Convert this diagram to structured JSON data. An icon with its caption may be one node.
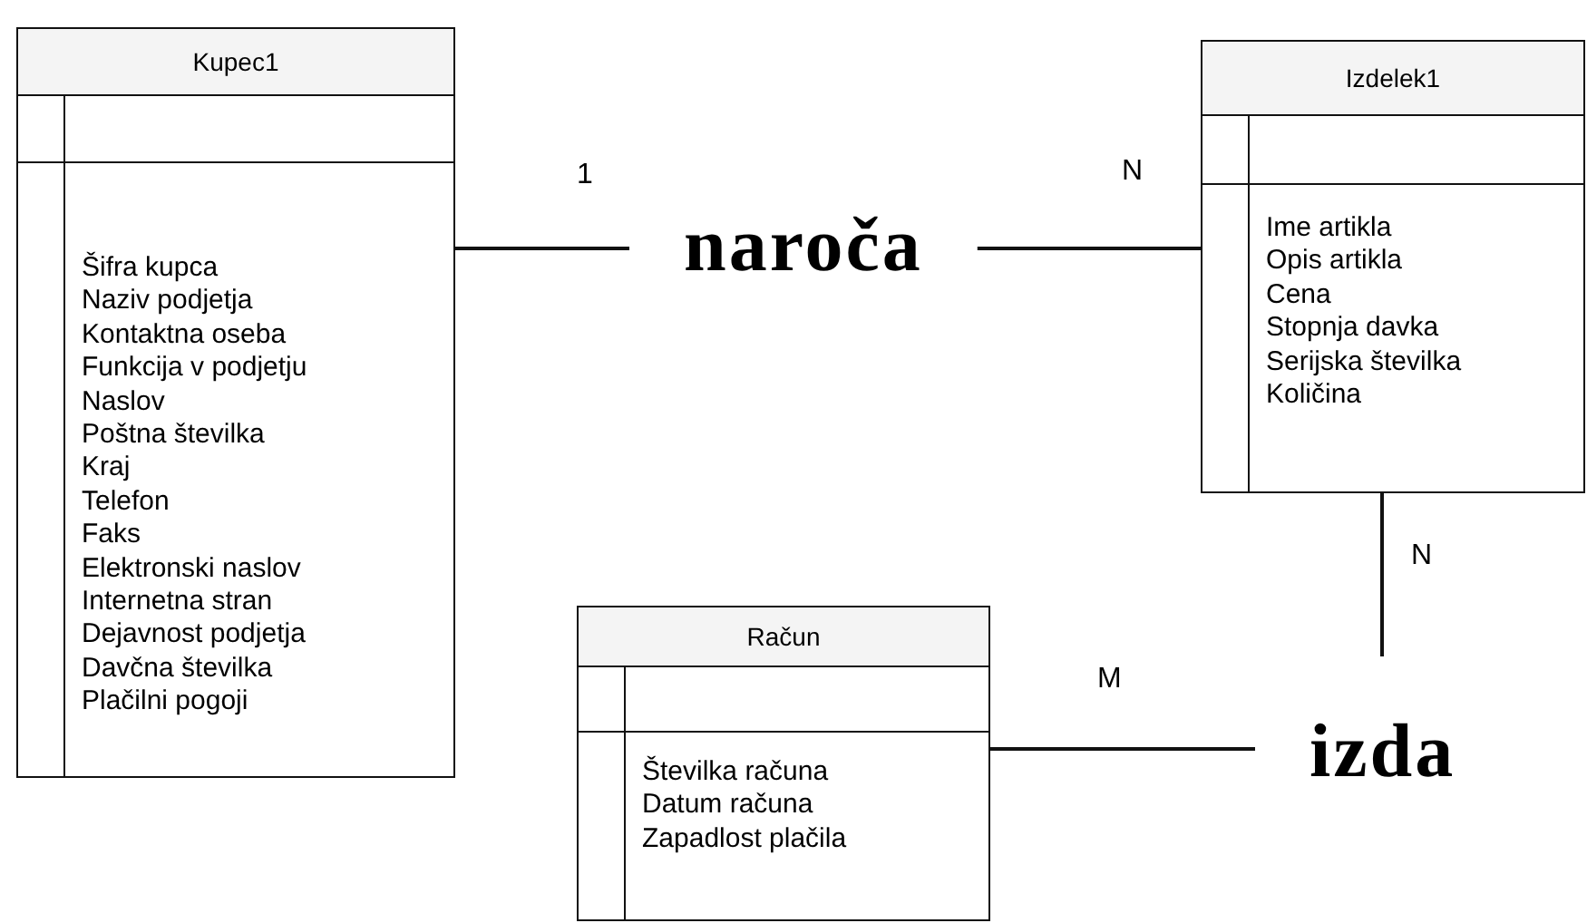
{
  "diagram": {
    "nodes": [
      {
        "text": [
          "Kupec1",
          "Šifra kupca",
          "Naziv podjetja",
          "Kontaktna oseba",
          "Funkcija v podjetju",
          "Naslov",
          "Poštna številka",
          "Kraj",
          "Telefon",
          "Faks",
          "Elektronski naslov",
          "Internetna stran",
          "Dejavnost podjetja",
          "Davčna številka",
          "Plačilni pogoji"
        ]
      },
      {
        "text": [
          "naroča"
        ]
      },
      {
        "text": [
          "Izdelek1",
          "Ime artikla",
          "Opis artikla",
          "Cena",
          "Stopnja davka",
          "Serijska številka",
          "Količina"
        ]
      },
      {
        "text": [
          "Račun",
          "Številka računa",
          "Datum računa",
          "Zapadlost plačila"
        ]
      },
      {
        "text": [
          "izda"
        ]
      }
    ],
    "edges": [
      {
        "from": 0,
        "to": 1,
        "arrow": "none",
        "label": "1"
      },
      {
        "from": 1,
        "to": 2,
        "arrow": "none",
        "label": "N"
      },
      {
        "from": 2,
        "to": 4,
        "arrow": "none",
        "label": "N"
      },
      {
        "from": 3,
        "to": 4,
        "arrow": "none",
        "label": "M"
      }
    ]
  }
}
